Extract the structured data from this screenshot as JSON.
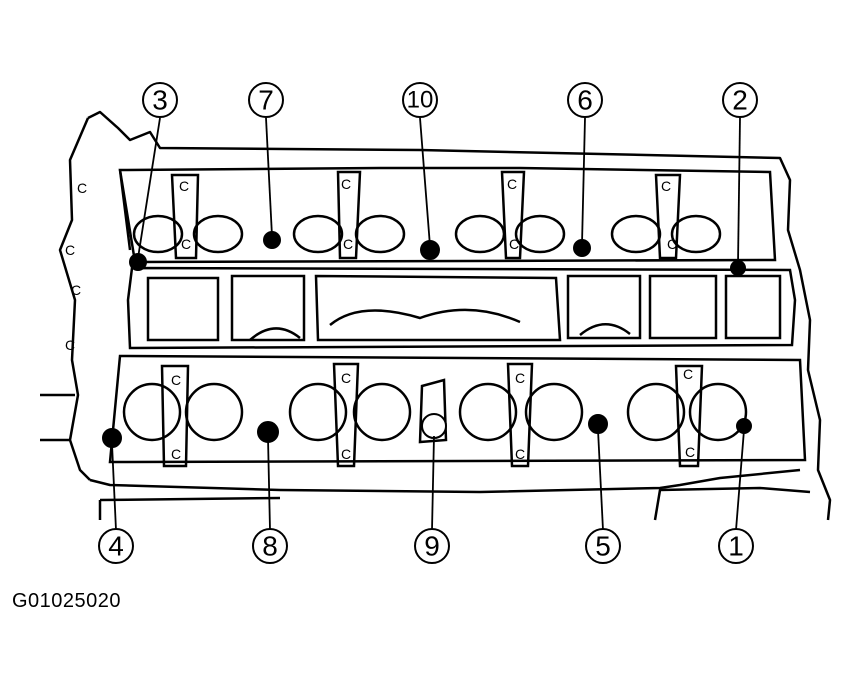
{
  "figure": {
    "code": "G01025020"
  },
  "callouts_top": [
    "3",
    "7",
    "10",
    "6",
    "2"
  ],
  "callouts_bottom": [
    "4",
    "8",
    "9",
    "5",
    "1"
  ],
  "cap_mark": "C"
}
